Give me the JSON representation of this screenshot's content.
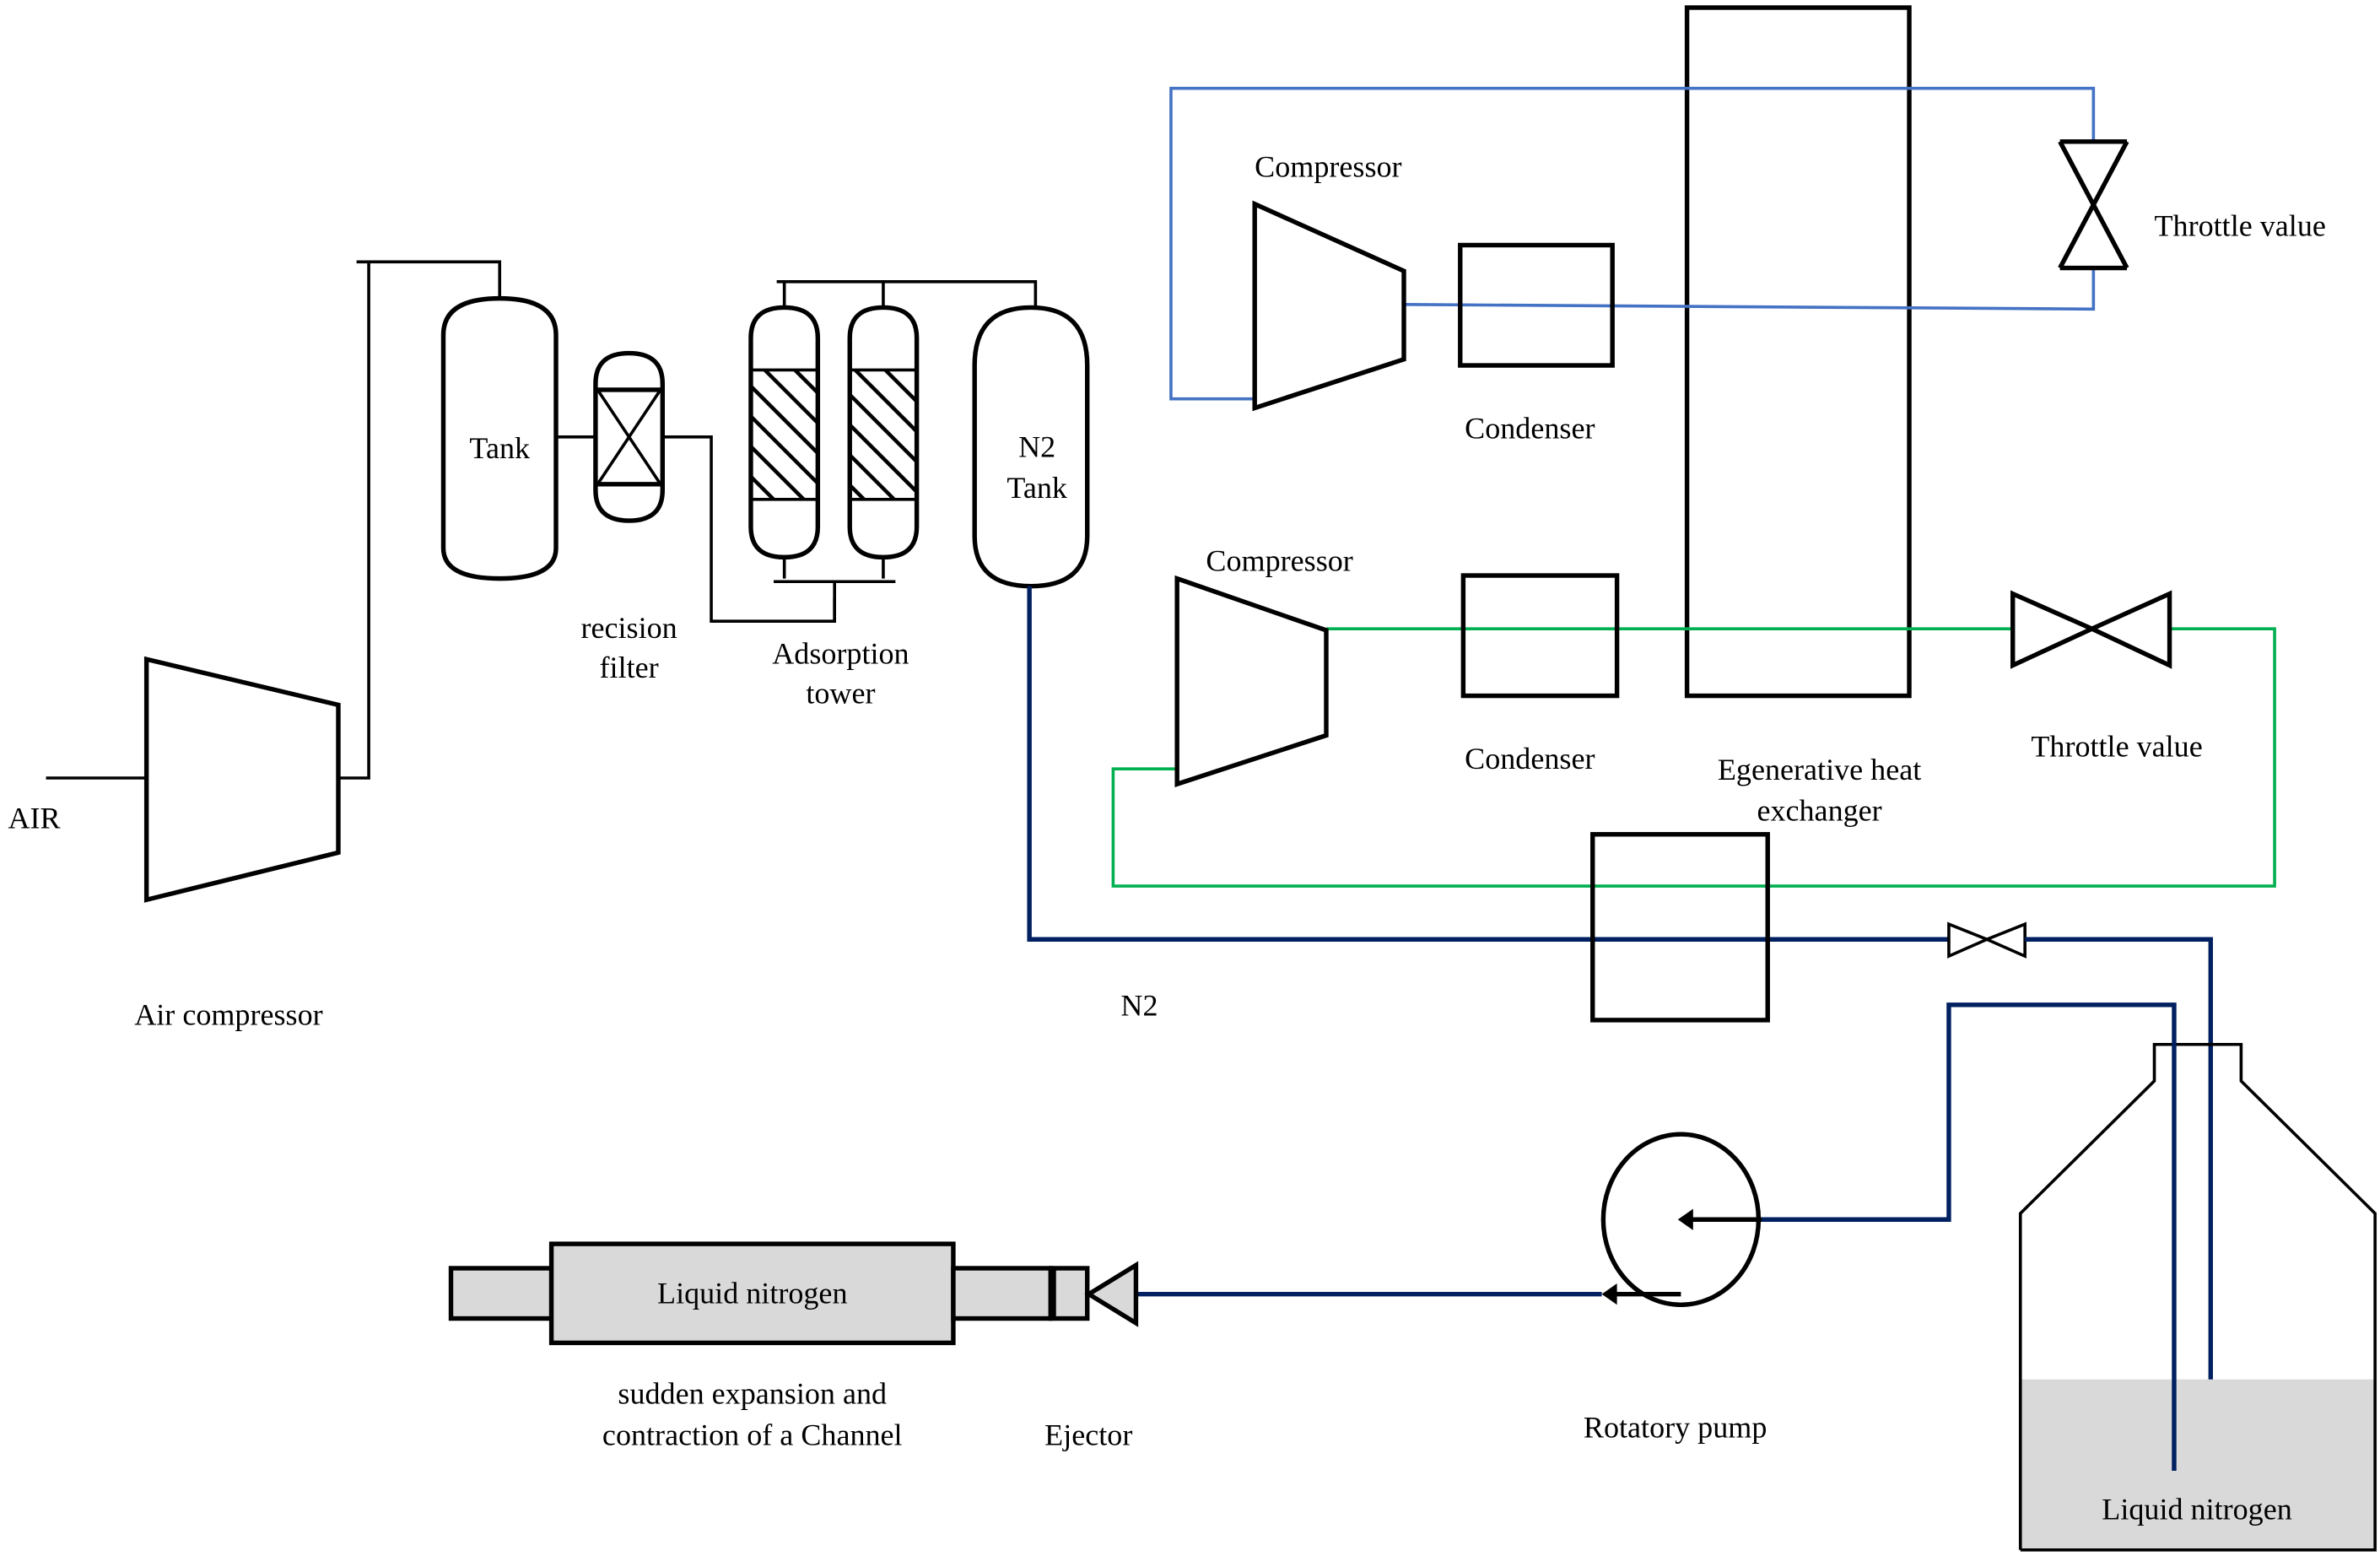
{
  "diagram": {
    "colors": {
      "line": "#000000",
      "refrigerant_loop_1": "#4472c4",
      "refrigerant_loop_2": "#00b050",
      "nitrogen_line": "#002060",
      "liquid_fill": "#d9d9d9"
    },
    "labels": {
      "air_inlet": "AIR",
      "air_compressor": "Air compressor",
      "tank": "Tank",
      "precision_filter_line1": "recision",
      "precision_filter_line2": "filter",
      "adsorption_tower_line1": "Adsorption",
      "adsorption_tower_line2": "tower",
      "n2_tank_line1": "N2",
      "n2_tank_line2": "Tank",
      "n2_line": "N2",
      "compressor_1": "Compressor",
      "condenser_1": "Condenser",
      "throttle_valve_1": "Throttle value",
      "compressor_2": "Compressor",
      "condenser_2": "Condenser",
      "throttle_valve_2": "Throttle value",
      "regen_hx_line1": "Egenerative heat",
      "regen_hx_line2": "exchanger",
      "channel_content": "Liquid nitrogen",
      "channel_line1": "sudden expansion and",
      "channel_line2": "contraction of a Channel",
      "ejector": "Ejector",
      "rotatory_pump": "Rotatory pump",
      "dewar_content": "Liquid nitrogen"
    }
  }
}
